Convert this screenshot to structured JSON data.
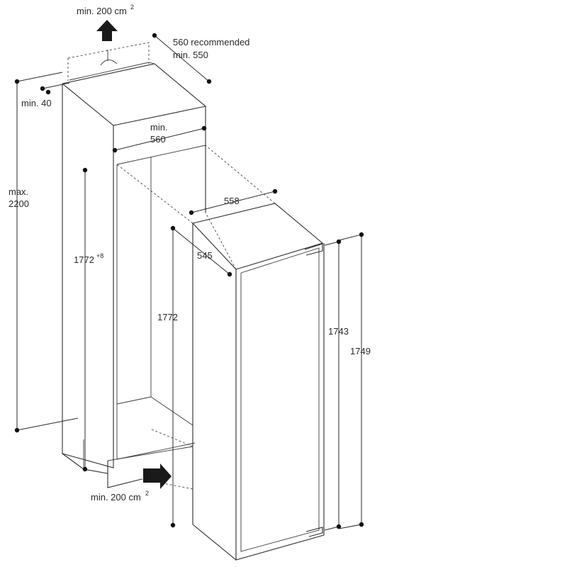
{
  "labels": {
    "vent_top": "min. 200 cm",
    "vent_top_sup": "2",
    "depth_recommended": "560 recommended",
    "depth_min": "min. 550",
    "top_gap": "min. 40",
    "max_height_1": "max.",
    "max_height_2": "2200",
    "niche_width_1": "min.",
    "niche_width_2": "560",
    "niche_height": "1772",
    "niche_height_sup": "+8",
    "appliance_width": "558",
    "appliance_depth": "545",
    "appliance_height_left": "1772",
    "door_height": "1743",
    "total_height": "1749",
    "vent_bottom": "min. 200 cm",
    "vent_bottom_sup": "2"
  },
  "colors": {
    "line": "#2b2b2b",
    "arrow": "#1a1a1a",
    "background": "#ffffff"
  },
  "icons": [
    "airflow-up-arrow-icon",
    "airflow-in-arrow-icon"
  ]
}
